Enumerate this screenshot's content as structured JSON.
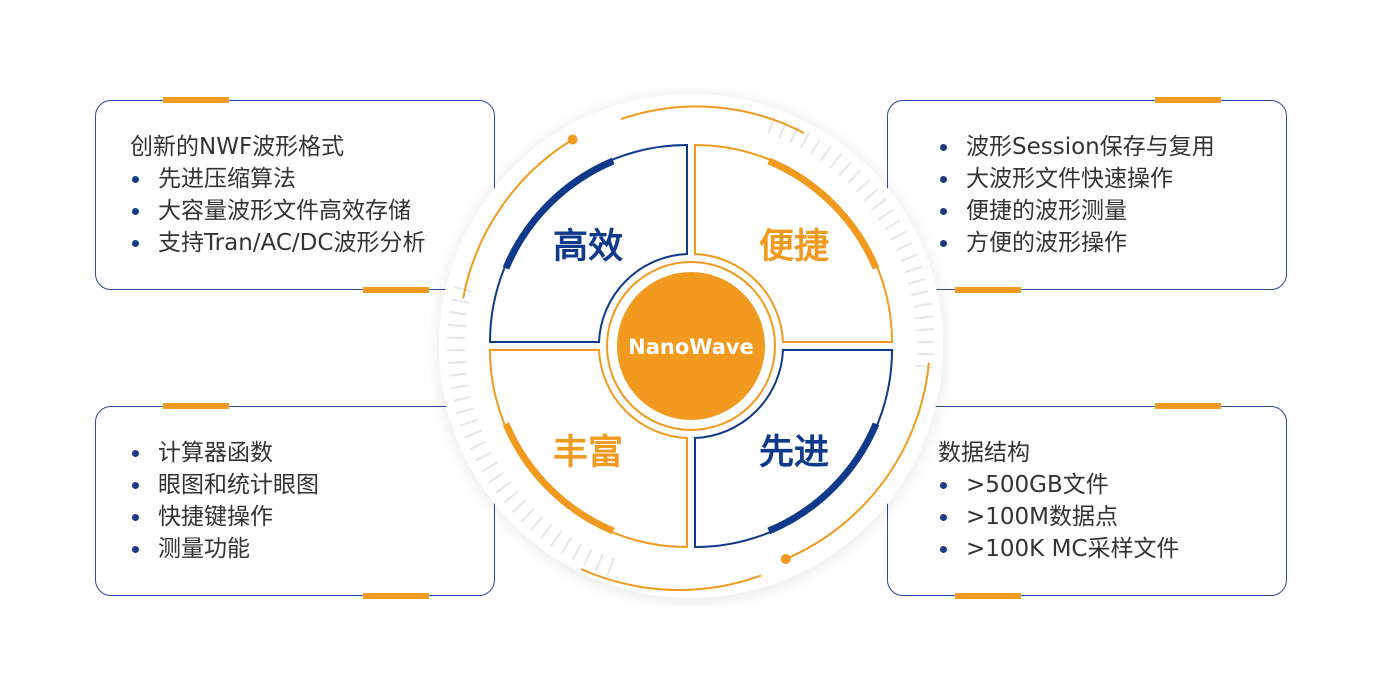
{
  "center": {
    "label": "NanoWave",
    "quadrants": {
      "top_left": "高效",
      "top_right": "便捷",
      "bottom_left": "丰富",
      "bottom_right": "先进"
    }
  },
  "cards": {
    "top_left": {
      "heading": "创新的NWF波形格式",
      "items": [
        "先进压缩算法",
        "大容量波形文件高效存储",
        "支持Tran/AC/DC波形分析"
      ]
    },
    "top_right": {
      "items": [
        "波形Session保存与复用",
        "大波形文件快速操作",
        "便捷的波形测量",
        "方便的波形操作"
      ]
    },
    "bottom_left": {
      "items": [
        "计算器函数",
        "眼图和统计眼图",
        "快捷键操作",
        "测量功能"
      ]
    },
    "bottom_right": {
      "heading": "数据结构",
      "items": [
        ">500GB文件",
        ">100M数据点",
        ">100K MC采样文件"
      ]
    }
  },
  "colors": {
    "navy": "#0f3a8c",
    "orange": "#f29a1f",
    "card_border": "#2b4aa0"
  }
}
